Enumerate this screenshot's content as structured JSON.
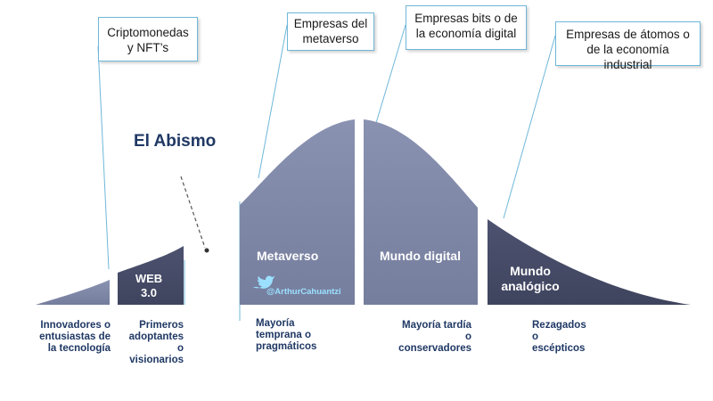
{
  "callouts": {
    "crypto": "Criptomonedas y NFT’s",
    "metaverso": "Empresas del metaverso",
    "bits": "Empresas bits o de la economía digital",
    "atomos": "Empresas de átomos o de la economía industrial"
  },
  "abismo": "El Abismo",
  "segments": {
    "web3": "WEB 3.0",
    "metaverso": "Metaverso",
    "digital": "Mundo digital",
    "analogico": "Mundo analógico"
  },
  "handle": "@ArthurCahuantzi",
  "bottom": {
    "innovadores": "Innovadores o entusiastas de la tecnología",
    "primeros": "Primeros adoptantes o visionarios",
    "temprana": "Mayoría temprana o pragmáticos",
    "tardia": "Mayoría tardía o conservadores",
    "rezagados": "Rezagados o escépticos"
  },
  "colors": {
    "light": "#8088a8",
    "dark": "#454a66",
    "callout_border": "#6fb7d9",
    "label_blue": "#1f3864"
  }
}
